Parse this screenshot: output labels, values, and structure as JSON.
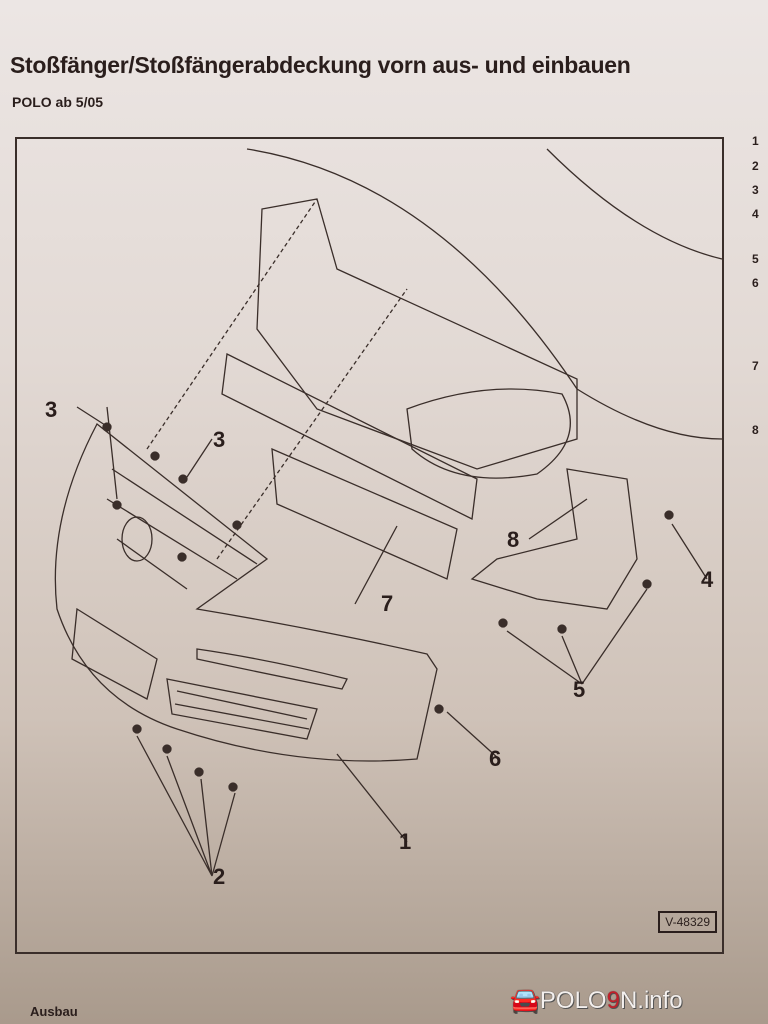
{
  "header": {
    "title": "Stoßfänger/Stoßfängerabdeckung vorn aus- und einbauen",
    "subtitle": "POLO ab 5/05"
  },
  "diagram": {
    "callouts": [
      "1",
      "2",
      "3",
      "3",
      "4",
      "5",
      "6",
      "7",
      "8"
    ],
    "reference": "V-48329"
  },
  "side_legend": [
    "1",
    "2",
    "3",
    "4",
    "5",
    "6",
    "7",
    "8"
  ],
  "footer": {
    "section": "Ausbau",
    "watermark_prefix": "POLO",
    "watermark_nine": "9",
    "watermark_suffix": "N.info"
  }
}
